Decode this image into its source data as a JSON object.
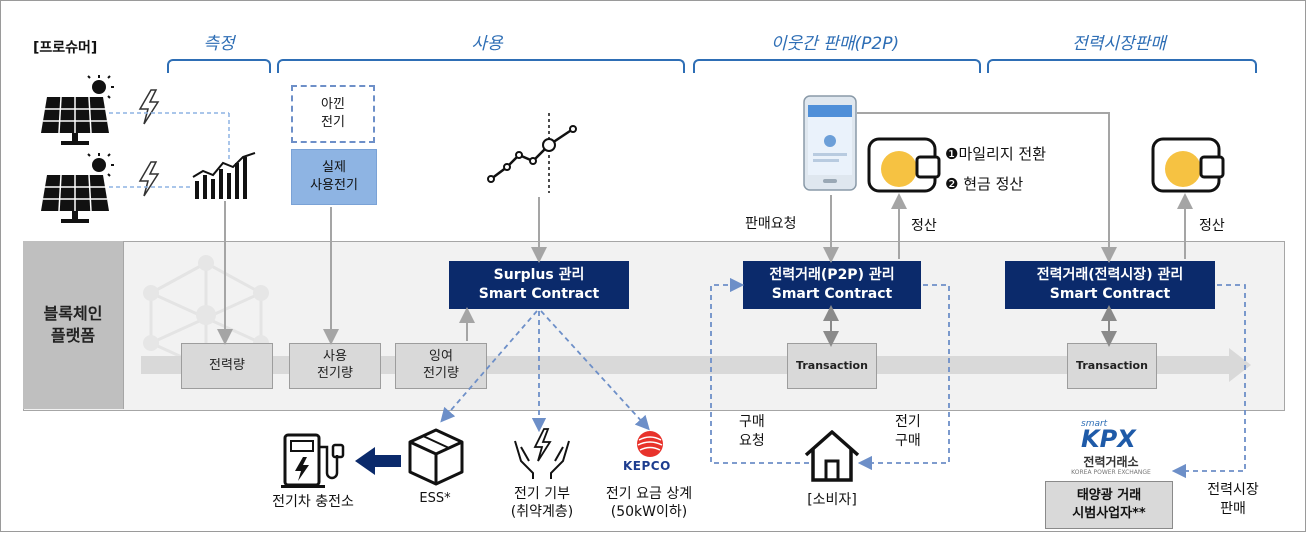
{
  "prosumer_label": "[프로슈머]",
  "sections": {
    "measure": "측정",
    "use": "사용",
    "p2p": "이웃간 판매(P2P)",
    "market": "전력시장판매"
  },
  "use_boxes": {
    "saved": "아낀\n전기",
    "actual": "실제\n사용전기"
  },
  "phone_labels": {
    "sale_request": "판매요청",
    "settle_p2p": "정산",
    "mileage": "❶마일리지 전환",
    "cash": "❷ 현금 정산",
    "settle_market": "정산"
  },
  "platform": {
    "label": "블록체인\n플랫폼",
    "boxes": {
      "power": "전력량",
      "used": "사용\n전기량",
      "surplus": "잉여\n전기량",
      "tx1": "Transaction",
      "tx2": "Transaction"
    },
    "contracts": {
      "surplus": {
        "line1": "Surplus 관리",
        "line2": "Smart Contract"
      },
      "p2p": {
        "line1": "전력거래(P2P) 관리",
        "line2": "Smart Contract"
      },
      "market": {
        "line1": "전력거래(전력시장) 관리",
        "line2": "Smart Contract"
      }
    }
  },
  "bottom": {
    "ev_charging": "전기차 충전소",
    "ess": "ESS*",
    "donate": "전기 기부\n(취약계층)",
    "kepco_logo": "KEPCO",
    "offset": "전기 요금 상계\n(50kW이하)",
    "purchase_request": "구매\n요청",
    "power_purchase": "전기\n구매",
    "consumer": "[소비자]",
    "kpx_small": "smart",
    "kpx_logo": "KPX",
    "kpx_name": "전력거래소",
    "kpx_english": "KOREA POWER EXCHANGE",
    "pilot": "태양광 거래\n시범사업자**",
    "market_sale": "전력시장\n판매"
  },
  "colors": {
    "accent_blue": "#2e6eb5",
    "navy": "#0b2a6b",
    "dashed": "#6d8fc8",
    "gray_box": "#d9d9d9",
    "wallet_coin": "#f6c242",
    "kepco_red": "#e8322b"
  }
}
